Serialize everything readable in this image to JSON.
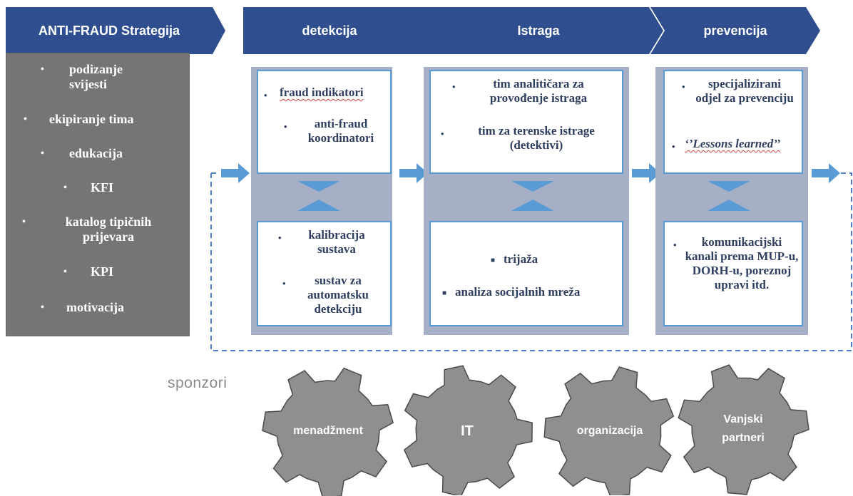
{
  "header": {
    "strategy_label": "ANTI-FRAUD Strategija",
    "steps": [
      "detekcija",
      "Istraga",
      "prevencija"
    ]
  },
  "strategy_items": [
    "podizanje svijesti",
    "ekipiranje tima",
    "edukacija",
    "KFI",
    "katalog tipičnih prijevara",
    "KPI",
    "motivacija"
  ],
  "detection": {
    "top_items": [
      "fraud indikatori",
      "anti-fraud koordinatori"
    ],
    "bottom_items": [
      "kalibracija sustava",
      "sustav za automatsku detekciju"
    ]
  },
  "investigation": {
    "top_items": [
      "tim analitičara za provođenje istraga",
      "tim za terenske istrage (detektivi)"
    ],
    "bottom_items": [
      "trijaža",
      "analiza socijalnih mreža"
    ]
  },
  "prevention": {
    "top_items": [
      "specijalizirani odjel za prevenciju",
      "‘’Lessons learned’’"
    ],
    "bottom_items": [
      "komunikacijski kanali prema MUP-u, DORH-u, poreznoj upravi itd."
    ]
  },
  "sponsors": {
    "label": "sponzori",
    "gears": [
      "menadžment",
      "IT",
      "organizacija",
      "Vanjski partneri"
    ]
  },
  "colors": {
    "header_blue": "#2e4e8f",
    "panel_gray": "#757575",
    "column_bg": "#a5b0c6",
    "accent_blue": "#5b9bd5",
    "gear_gray": "#8f8f8f",
    "text_navy": "#2f3f5f"
  }
}
